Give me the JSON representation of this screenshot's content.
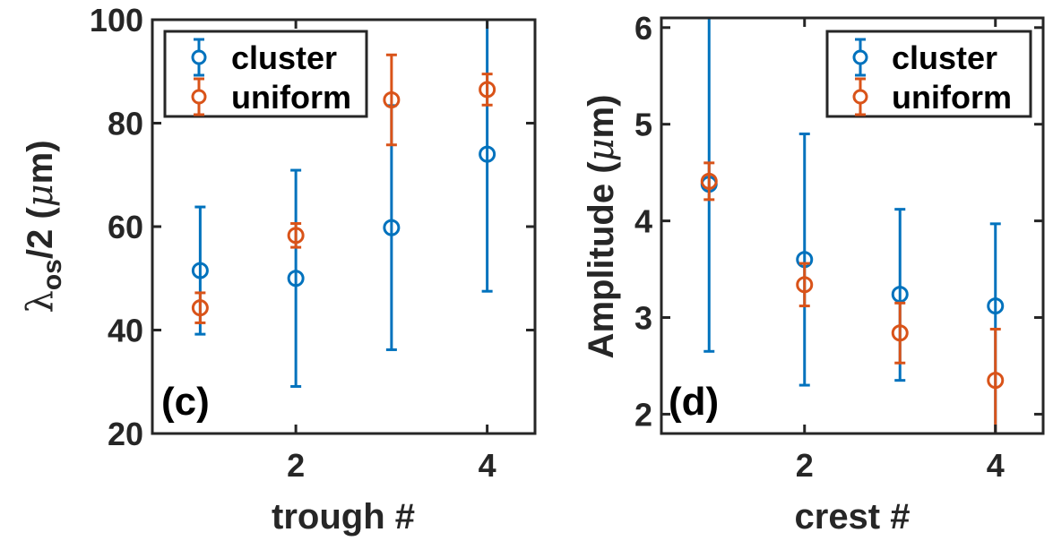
{
  "colors": {
    "cluster": "#0072BD",
    "uniform": "#D95319",
    "axis": "#262626"
  },
  "chart_data": [
    {
      "type": "scatter",
      "panel_label": "(c)",
      "xlabel": "trough #",
      "ylabel_main": "λ",
      "ylabel_sub": "os",
      "ylabel_rest": "/2 (",
      "ylabel_mu": "μ",
      "ylabel_end": "m)",
      "xlim": [
        0.5,
        4.5
      ],
      "ylim": [
        20,
        100
      ],
      "xticks": [
        2,
        4
      ],
      "xtick_labels": [
        "2",
        "4"
      ],
      "yticks": [
        20,
        40,
        60,
        80,
        100
      ],
      "ytick_labels": [
        "20",
        "40",
        "60",
        "80",
        "100"
      ],
      "legend_position": "top-left",
      "series": [
        {
          "name": "cluster",
          "x": [
            1,
            2,
            3,
            4
          ],
          "y": [
            51.5,
            50.0,
            59.8,
            74.0
          ],
          "err_low": [
            39.2,
            29.1,
            36.2,
            47.5
          ],
          "err_high": [
            63.8,
            70.9,
            83.4,
            100.5
          ]
        },
        {
          "name": "uniform",
          "x": [
            1,
            2,
            3,
            4
          ],
          "y": [
            44.3,
            58.3,
            84.5,
            86.5
          ],
          "err_low": [
            41.4,
            56.0,
            75.8,
            83.5
          ],
          "err_high": [
            47.2,
            60.6,
            93.2,
            89.5
          ]
        }
      ]
    },
    {
      "type": "scatter",
      "panel_label": "(d)",
      "xlabel": "crest #",
      "ylabel_main": "Amplitude (",
      "ylabel_mu": "μ",
      "ylabel_end": "m)",
      "xlim": [
        0.5,
        4.5
      ],
      "ylim": [
        1.8,
        6.1
      ],
      "xticks": [
        2,
        4
      ],
      "xtick_labels": [
        "2",
        "4"
      ],
      "yticks": [
        2,
        3,
        4,
        5,
        6
      ],
      "ytick_labels": [
        "2",
        "3",
        "4",
        "5",
        "6"
      ],
      "legend_position": "top-right",
      "series": [
        {
          "name": "cluster",
          "x": [
            1,
            2,
            3,
            4
          ],
          "y": [
            4.38,
            3.6,
            3.24,
            3.12
          ],
          "err_low": [
            2.65,
            2.3,
            2.35,
            1.8
          ],
          "err_high": [
            6.1,
            4.9,
            4.12,
            3.97
          ]
        },
        {
          "name": "uniform",
          "x": [
            1,
            2,
            3,
            4
          ],
          "y": [
            4.41,
            3.34,
            2.84,
            2.35
          ],
          "err_low": [
            4.22,
            3.12,
            2.53,
            1.8
          ],
          "err_high": [
            4.6,
            3.56,
            3.15,
            2.88
          ]
        }
      ]
    }
  ]
}
